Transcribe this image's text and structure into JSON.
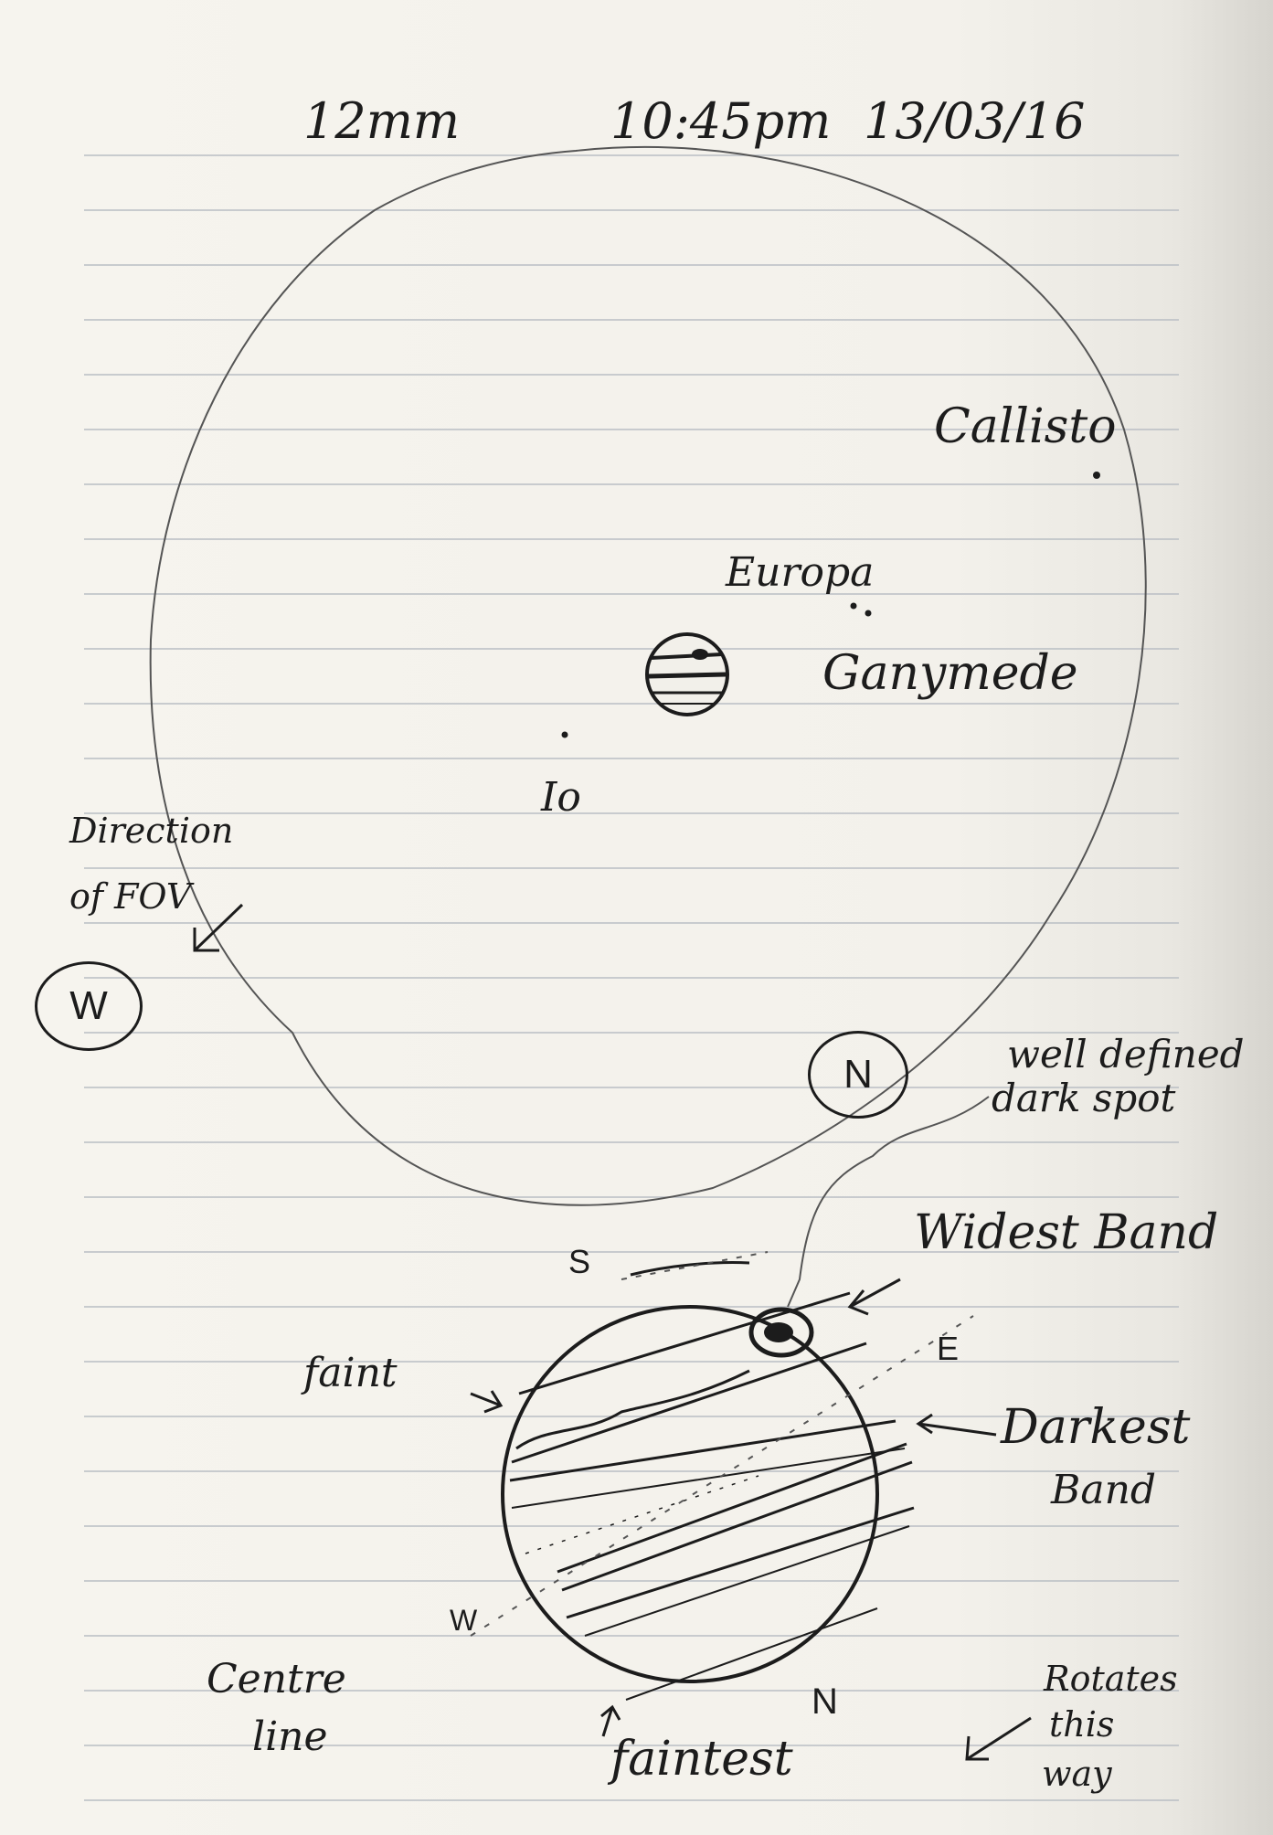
{
  "header": {
    "eyepiece": "12mm",
    "time": "10:45pm",
    "date": "13/03/16"
  },
  "moons": {
    "callisto": "Callisto",
    "europa": "Europa",
    "ganymede": "Ganymede",
    "io": "Io"
  },
  "notes": {
    "direction_line1": "Direction",
    "direction_line2": "of FOV",
    "west_marker": "W",
    "north_marker": "N",
    "dark_spot_line1": "well defined",
    "dark_spot_line2": "dark spot",
    "widest_band": "Widest Band",
    "faint": "faint",
    "darkest_band_line1": "Darkest",
    "darkest_band_line2": "Band",
    "faintest": "faintest",
    "centre_line1": "Centre",
    "centre_line2": "line",
    "rotates_line1": "Rotates",
    "rotates_line2": "this",
    "rotates_line3": "way"
  },
  "compass": {
    "s": "S",
    "e": "E",
    "w": "W",
    "n": "N"
  },
  "colors": {
    "paper": "#f4f2ec",
    "rule_line": "#b9bec4",
    "ink": "#1c1c1c",
    "pencil": "#555555"
  }
}
